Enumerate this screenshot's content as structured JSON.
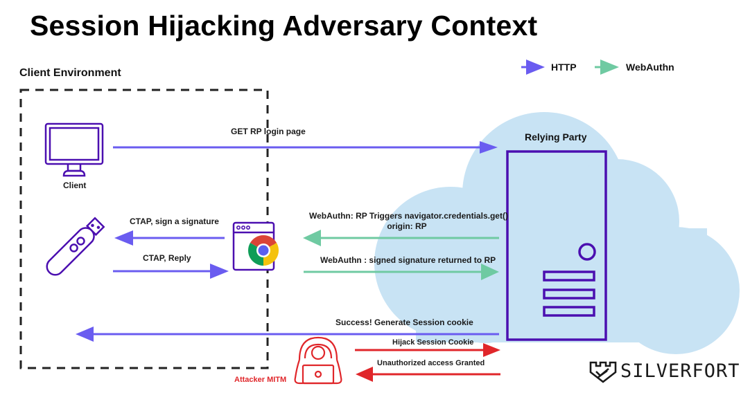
{
  "title": "Session Hijacking Adversary Context",
  "client_environment": {
    "label": "Client Environment"
  },
  "legend": {
    "items": [
      {
        "label": "HTTP",
        "color": "#6a5cf0"
      },
      {
        "label": "WebAuthn",
        "color": "#6fcaa2"
      }
    ]
  },
  "colors": {
    "http": "#6a5cf0",
    "webauthn": "#6fcaa2",
    "attack": "#e0262a",
    "icon_stroke": "#4b0fb0",
    "cloud": "#c8e3f4"
  },
  "nodes": {
    "client": {
      "label": "Client",
      "icon": "monitor-icon"
    },
    "security_key": {
      "icon": "usb-security-key-icon"
    },
    "browser": {
      "icon": "chrome-browser-icon"
    },
    "relying_party": {
      "label": "Relying Party",
      "icon": "server-icon"
    },
    "attacker": {
      "label": "Attacker MITM",
      "icon": "hacker-icon"
    }
  },
  "flows": [
    {
      "id": "get-login",
      "label": "GET RP login page",
      "type": "http",
      "direction": "client-to-rp"
    },
    {
      "id": "ctap-sign",
      "label": "CTAP, sign a signature",
      "type": "http",
      "direction": "browser-to-key"
    },
    {
      "id": "ctap-reply",
      "label": "CTAP, Reply",
      "type": "http",
      "direction": "key-to-browser"
    },
    {
      "id": "webauthn-get",
      "label": "WebAuthn: RP Triggers navigator.credentials.get()",
      "label2": "origin: RP",
      "type": "webauthn",
      "direction": "rp-to-browser"
    },
    {
      "id": "webauthn-return",
      "label": "WebAuthn : signed signature returned to RP",
      "type": "webauthn",
      "direction": "browser-to-rp"
    },
    {
      "id": "session-cookie",
      "label": "Success! Generate Session cookie",
      "type": "http",
      "direction": "rp-to-client"
    },
    {
      "id": "hijack",
      "label": "Hijack Session Cookie",
      "type": "attack",
      "direction": "attacker-to-rp"
    },
    {
      "id": "unauthorized",
      "label": "Unauthorized access Granted",
      "type": "attack",
      "direction": "rp-to-attacker"
    }
  ],
  "brand": {
    "name": "SILVERFORT",
    "icon": "silverfort-shield-icon"
  }
}
